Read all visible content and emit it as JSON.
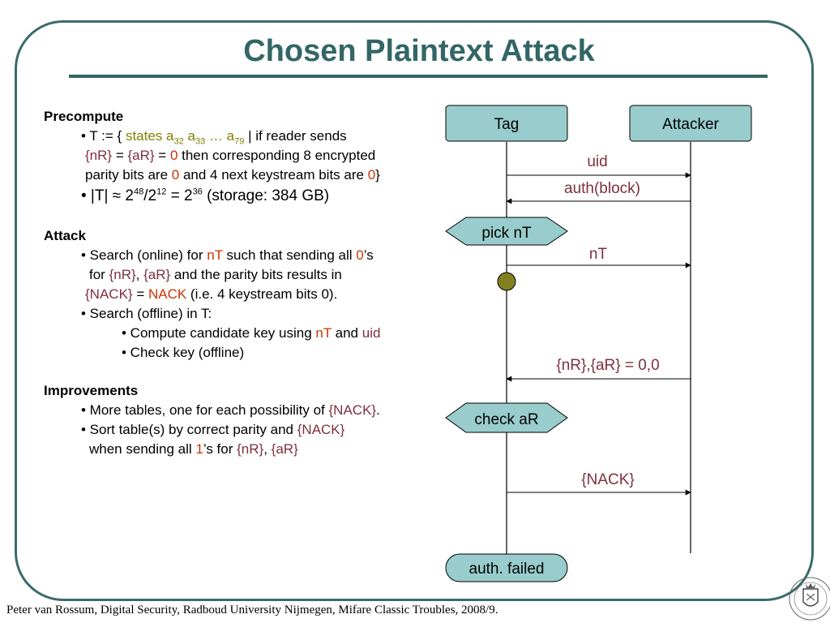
{
  "title": "Chosen Plaintext Attack",
  "precompute": {
    "heading": "Precompute",
    "b1_bullet": "• T := { ",
    "b1_states": "states a",
    "b1_s1": "32",
    "b1_a2": " a",
    "b1_s2": "33",
    "b1_ell": " … a",
    "b1_s3": "79",
    "b1_tail": " | if reader sends",
    "b1_l2_nr": "{nR}",
    "b1_l2_eq": " = ",
    "b1_l2_ar": "{aR}",
    "b1_l2_eq2": " = ",
    "b1_l2_zero": "0",
    "b1_l2_tail": " then corresponding 8 encrypted",
    "b1_l3_a": "parity bits are ",
    "b1_l3_zero1": "0",
    "b1_l3_b": " and 4 next keystream bits are ",
    "b1_l3_zero2": "0",
    "b1_l3_c": "}",
    "b2_a": "• |T| ≈ 2",
    "b2_e1": "48",
    "b2_b": "/2",
    "b2_e2": "12",
    "b2_c": " = 2",
    "b2_e3": "36",
    "b2_d": " (storage: 384 GB)"
  },
  "attack": {
    "heading": "Attack",
    "l1_a": "• Search (online) for ",
    "l1_nt": "nT",
    "l1_b": " such that sending all ",
    "l1_zero": "0",
    "l1_c": "’s",
    "l2_a": "for ",
    "l2_nr": "{nR}",
    "l2_comma": ", ",
    "l2_ar": "{aR}",
    "l2_b": " and the parity bits results in",
    "l3_nack1": "{NACK}",
    "l3_eq": " = ",
    "l3_nack2": "NACK",
    "l3_b": " (i.e. 4 keystream bits 0).",
    "l4": "• Search (offline) in T:",
    "l5_a": "• Compute candidate key using ",
    "l5_nt": "nT",
    "l5_and": " and ",
    "l5_uid": "uid",
    "l6": "• Check key (offline)"
  },
  "improvements": {
    "heading": "Improvements",
    "l1_a": "• More tables, one for each possibility of ",
    "l1_nack": "{NACK}",
    "l1_dot": ".",
    "l2_a": "• Sort table(s) by correct parity and ",
    "l2_nack": "{NACK}",
    "l3_a": "when sending all ",
    "l3_one": "1",
    "l3_b": "’s for ",
    "l3_nr": "{nR}",
    "l3_comma": ", ",
    "l3_ar": "{aR}"
  },
  "diagram": {
    "tag": "Tag",
    "attacker": "Attacker",
    "msg_uid": "uid",
    "msg_auth": "auth(block)",
    "pick_nt": "pick nT",
    "msg_nt": "nT",
    "msg_nr_ar": "{nR},{aR} = 0,0",
    "check_ar": "check aR",
    "msg_nack": "{NACK}",
    "auth_failed": "auth. failed"
  },
  "footer": "Peter van Rossum, Digital Security, Radboud University Nijmegen, Mifare Classic Troubles, 2008/9.",
  "colors": {
    "teal": "#336666",
    "box_fill": "#99cccc",
    "olive_dot": "#808020",
    "maroon": "#7f2f3f",
    "red": "#cc3300",
    "olive": "#808000"
  }
}
